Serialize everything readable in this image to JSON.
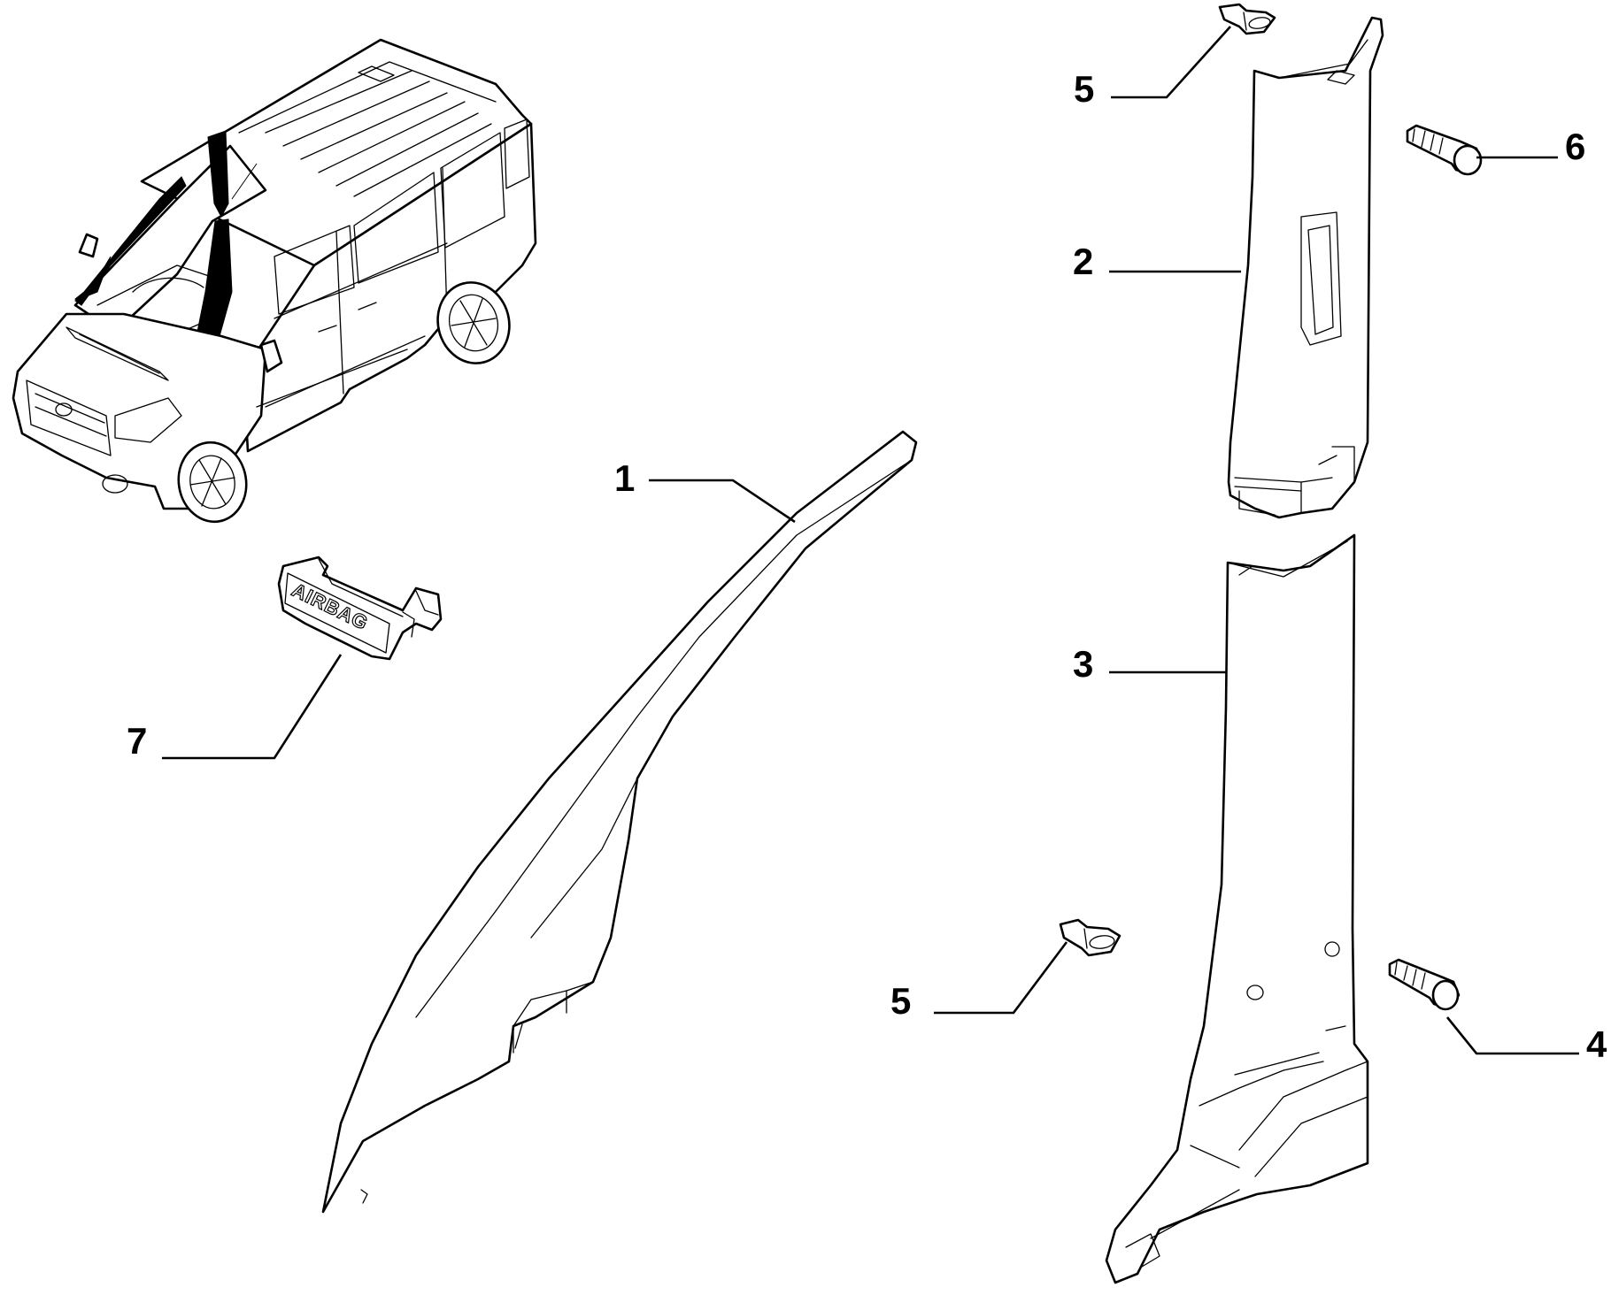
{
  "callouts": [
    {
      "id": "1",
      "label": "1"
    },
    {
      "id": "2",
      "label": "2"
    },
    {
      "id": "3",
      "label": "3"
    },
    {
      "id": "4",
      "label": "4"
    },
    {
      "id": "5a",
      "label": "5"
    },
    {
      "id": "5b",
      "label": "5"
    },
    {
      "id": "6",
      "label": "6"
    },
    {
      "id": "7",
      "label": "7"
    }
  ],
  "airbag_cover_text": "AIRBAG"
}
